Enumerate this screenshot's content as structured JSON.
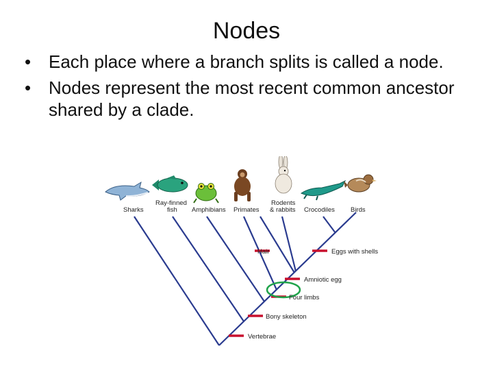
{
  "slide": {
    "title": "Nodes",
    "bullets": [
      "Each place where a branch splits is called a node.",
      "Nodes represent the most recent common ancestor shared by a clade."
    ]
  },
  "cladogram": {
    "taxa": [
      {
        "label": "Sharks",
        "label2": "",
        "icon": "shark-icon"
      },
      {
        "label": "Ray-finned",
        "label2": "fish",
        "icon": "fish-icon"
      },
      {
        "label": "Amphibians",
        "label2": "",
        "icon": "frog-icon"
      },
      {
        "label": "Primates",
        "label2": "",
        "icon": "primate-icon"
      },
      {
        "label": "Rodents",
        "label2": "& rabbits",
        "icon": "rabbit-icon"
      },
      {
        "label": "Crocodiles",
        "label2": "",
        "icon": "crocodile-icon"
      },
      {
        "label": "Birds",
        "label2": "",
        "icon": "bird-icon"
      }
    ],
    "traits": {
      "hair": "Hair",
      "eggs_shells": "Eggs with shells",
      "amniotic_egg": "Amniotic egg",
      "four_limbs": "Four limbs",
      "bony_skeleton": "Bony skeleton",
      "vertebrae": "Vertebrae"
    },
    "colors": {
      "branch": "#2a3b8f",
      "trait_mark": "#c8102e",
      "node_highlight": "#1fa34a"
    }
  }
}
